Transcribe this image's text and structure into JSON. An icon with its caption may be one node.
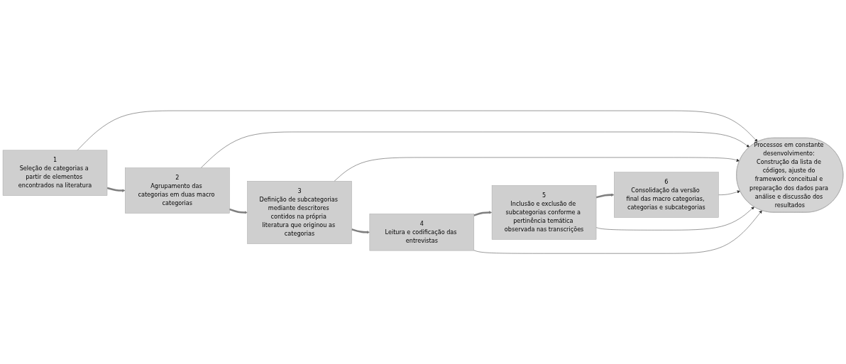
{
  "diagram": {
    "nodes": [
      {
        "text": [
          "1",
          "Seleção de categorias a partir de elementos encontrados na literatura"
        ]
      },
      {
        "text": [
          "2",
          "Agrupamento das categorias em duas macro categorias"
        ]
      },
      {
        "text": [
          "3",
          "Definição de subcategorias mediante descritores contidos na própria literatura que originou as categorias"
        ]
      },
      {
        "text": [
          "Processos em constante desenvolvimento: Construção da lista de códigos, ajuste do framework conceitual e preparação dos dados para análise e discussão dos resultados"
        ]
      },
      {
        "text": [
          "6",
          "Consolidação da versão final das macro categorias, categorias e subcategorias"
        ]
      },
      {
        "text": [
          "5",
          "Inclusão e exclusão de subcategorias conforme a pertinência temática observada nas transcrições"
        ]
      },
      {
        "text": [
          "4",
          "Leitura e codificação das entrevistas"
        ]
      }
    ],
    "edges": [
      {
        "from": 0,
        "to": 1,
        "arrow": "to",
        "style": "thick",
        "color": "#7f7f7f"
      },
      {
        "from": 1,
        "to": 2,
        "arrow": "to",
        "style": "thick",
        "color": "#7f7f7f"
      },
      {
        "from": 2,
        "to": 6,
        "arrow": "to",
        "style": "thick",
        "color": "#7f7f7f"
      },
      {
        "from": 6,
        "to": 5,
        "arrow": "to",
        "style": "thick",
        "color": "#7f7f7f"
      },
      {
        "from": 5,
        "to": 4,
        "arrow": "to",
        "style": "thick",
        "color": "#7f7f7f"
      },
      {
        "from": 0,
        "to": 3,
        "arrow": "to"
      },
      {
        "from": 1,
        "to": 3,
        "arrow": "to"
      },
      {
        "from": 2,
        "to": 3,
        "arrow": "to"
      },
      {
        "from": 4,
        "to": 3,
        "arrow": "to"
      },
      {
        "from": 5,
        "to": 3,
        "arrow": "to"
      },
      {
        "from": 6,
        "to": 3,
        "arrow": "to"
      }
    ]
  }
}
